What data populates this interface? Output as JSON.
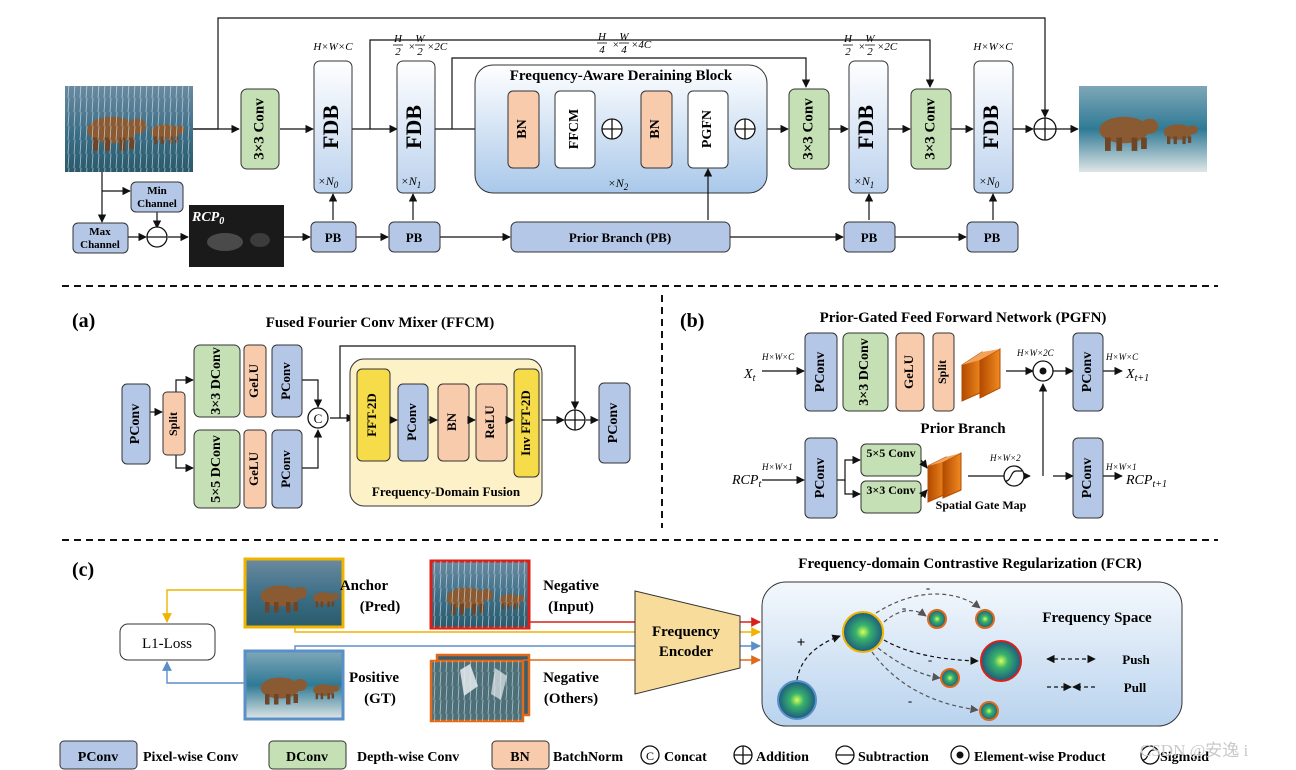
{
  "top": {
    "input_image_label": "",
    "conv3": "3×3 Conv",
    "fdb": "FDB",
    "n0": "×N",
    "n0_sub": "0",
    "n1": "×N",
    "n1_sub": "1",
    "n2": "×N",
    "n2_sub": "2",
    "dim_hwc": "H×W×C",
    "dim_h2": "H",
    "dim_w2": "W",
    "dim_2c": "×2C",
    "dim_h4": "H",
    "dim_w4": "W",
    "dim_4c": "×4C",
    "den2": "2",
    "den4": "4",
    "block_title": "Frequency-Aware Deraining Block",
    "bn": "BN",
    "ffcm": "FFCM",
    "pgfn": "PGFN",
    "min_channel_1": "Min",
    "min_channel_2": "Channel",
    "max_channel_1": "Max",
    "max_channel_2": "Channel",
    "rcp0": "RCP",
    "rcp0_sub": "0",
    "pb": "PB",
    "prior_branch": "Prior Branch (PB)"
  },
  "a": {
    "tag": "(a)",
    "title": "Fused Fourier Conv Mixer (FFCM)",
    "pconv": "PConv",
    "split": "Split",
    "dconv3": "3×3 DConv",
    "dconv5": "5×5 DConv",
    "gelu": "GeLU",
    "concat": "C",
    "fft": "FFT-2D",
    "bn": "BN",
    "relu": "ReLU",
    "ifft": "Inv FFT-2D",
    "fusion": "Frequency-Domain Fusion"
  },
  "b": {
    "tag": "(b)",
    "title": "Prior-Gated Feed Forward Network (PGFN)",
    "xt": "X",
    "xt_sub": "t",
    "xt1": "X",
    "xt1_sub": "t+1",
    "rcpt": "RCP",
    "rcpt_sub": "t",
    "rcpt1": "RCP",
    "rcpt1_sub": "t+1",
    "dim_hwc": "H×W×C",
    "dim_hw2c": "H×W×2C",
    "dim_hw1": "H×W×1",
    "dim_hw2": "H×W×2",
    "pconv": "PConv",
    "dconv3": "3×3 DConv",
    "gelu": "GeLU",
    "split": "Split",
    "prior_branch": "Prior Branch",
    "conv5": "5×5 Conv",
    "conv3": "3×3 Conv",
    "gate_map": "Spatial Gate Map"
  },
  "c": {
    "tag": "(c)",
    "title": "Frequency-domain Contrastive Regularization (FCR)",
    "anchor_1": "Anchor",
    "anchor_2": "(Pred)",
    "positive_1": "Positive",
    "positive_2": "(GT)",
    "neg_input_1": "Negative",
    "neg_input_2": "(Input)",
    "neg_others_1": "Negative",
    "neg_others_2": "(Others)",
    "l1": "L1-Loss",
    "encoder_1": "Frequency",
    "encoder_2": "Encoder",
    "space": "Frequency Space",
    "push": "Push",
    "pull": "Pull",
    "plus": "+",
    "minus": "-"
  },
  "legend": {
    "pconv": "PConv",
    "pconv_desc": "Pixel-wise Conv",
    "dconv": "DConv",
    "dconv_desc": "Depth-wise Conv",
    "bn": "BN",
    "bn_desc": "BatchNorm",
    "concat_sym": "C",
    "concat": "Concat",
    "addition": "Addition",
    "subtraction": "Subtraction",
    "product": "Element-wise Product",
    "sigmoid": "Sigmoid"
  },
  "watermark": "CSDN @安逸 i",
  "colors": {
    "pconv": "#b4c7e7",
    "dconv": "#c5e0b4",
    "bn": "#f8cbad",
    "white_box": "#ffffff",
    "fusion_bg": "#fdf1c8",
    "block_bg": "#cfe0f3",
    "encoder": "#f7dc9c",
    "rain": "#4f7fa6",
    "red": "#d9211a",
    "orange": "#e06a1a",
    "yellow": "#f0b400",
    "blue": "#5b8fc7"
  }
}
